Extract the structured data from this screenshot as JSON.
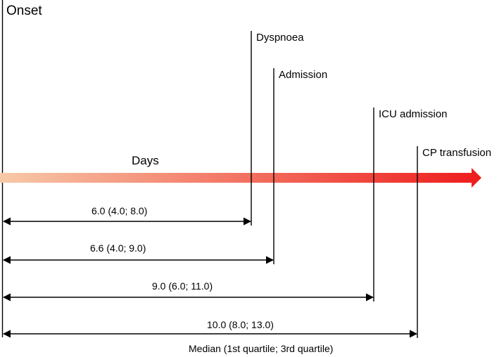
{
  "diagram": {
    "onset_label": "Onset",
    "axis_label": "Days",
    "events": [
      {
        "label": "Dyspnoea",
        "interval": "6.0 (4.0; 8.0)",
        "median_days": 6.0
      },
      {
        "label": "Admission",
        "interval": "6.6 (4.0; 9.0)",
        "median_days": 6.6
      },
      {
        "label": "ICU admission",
        "interval": "9.0 (6.0; 11.0)",
        "median_days": 9.0
      },
      {
        "label": "CP transfusion",
        "interval": "10.0 (8.0; 13.0)",
        "median_days": 10.0
      }
    ],
    "footnote": "Median (1st quartile; 3rd quartile)",
    "colors": {
      "arrow_start": "#f7c9a8",
      "arrow_end": "#ee1c1c",
      "lines": "#000000"
    }
  }
}
